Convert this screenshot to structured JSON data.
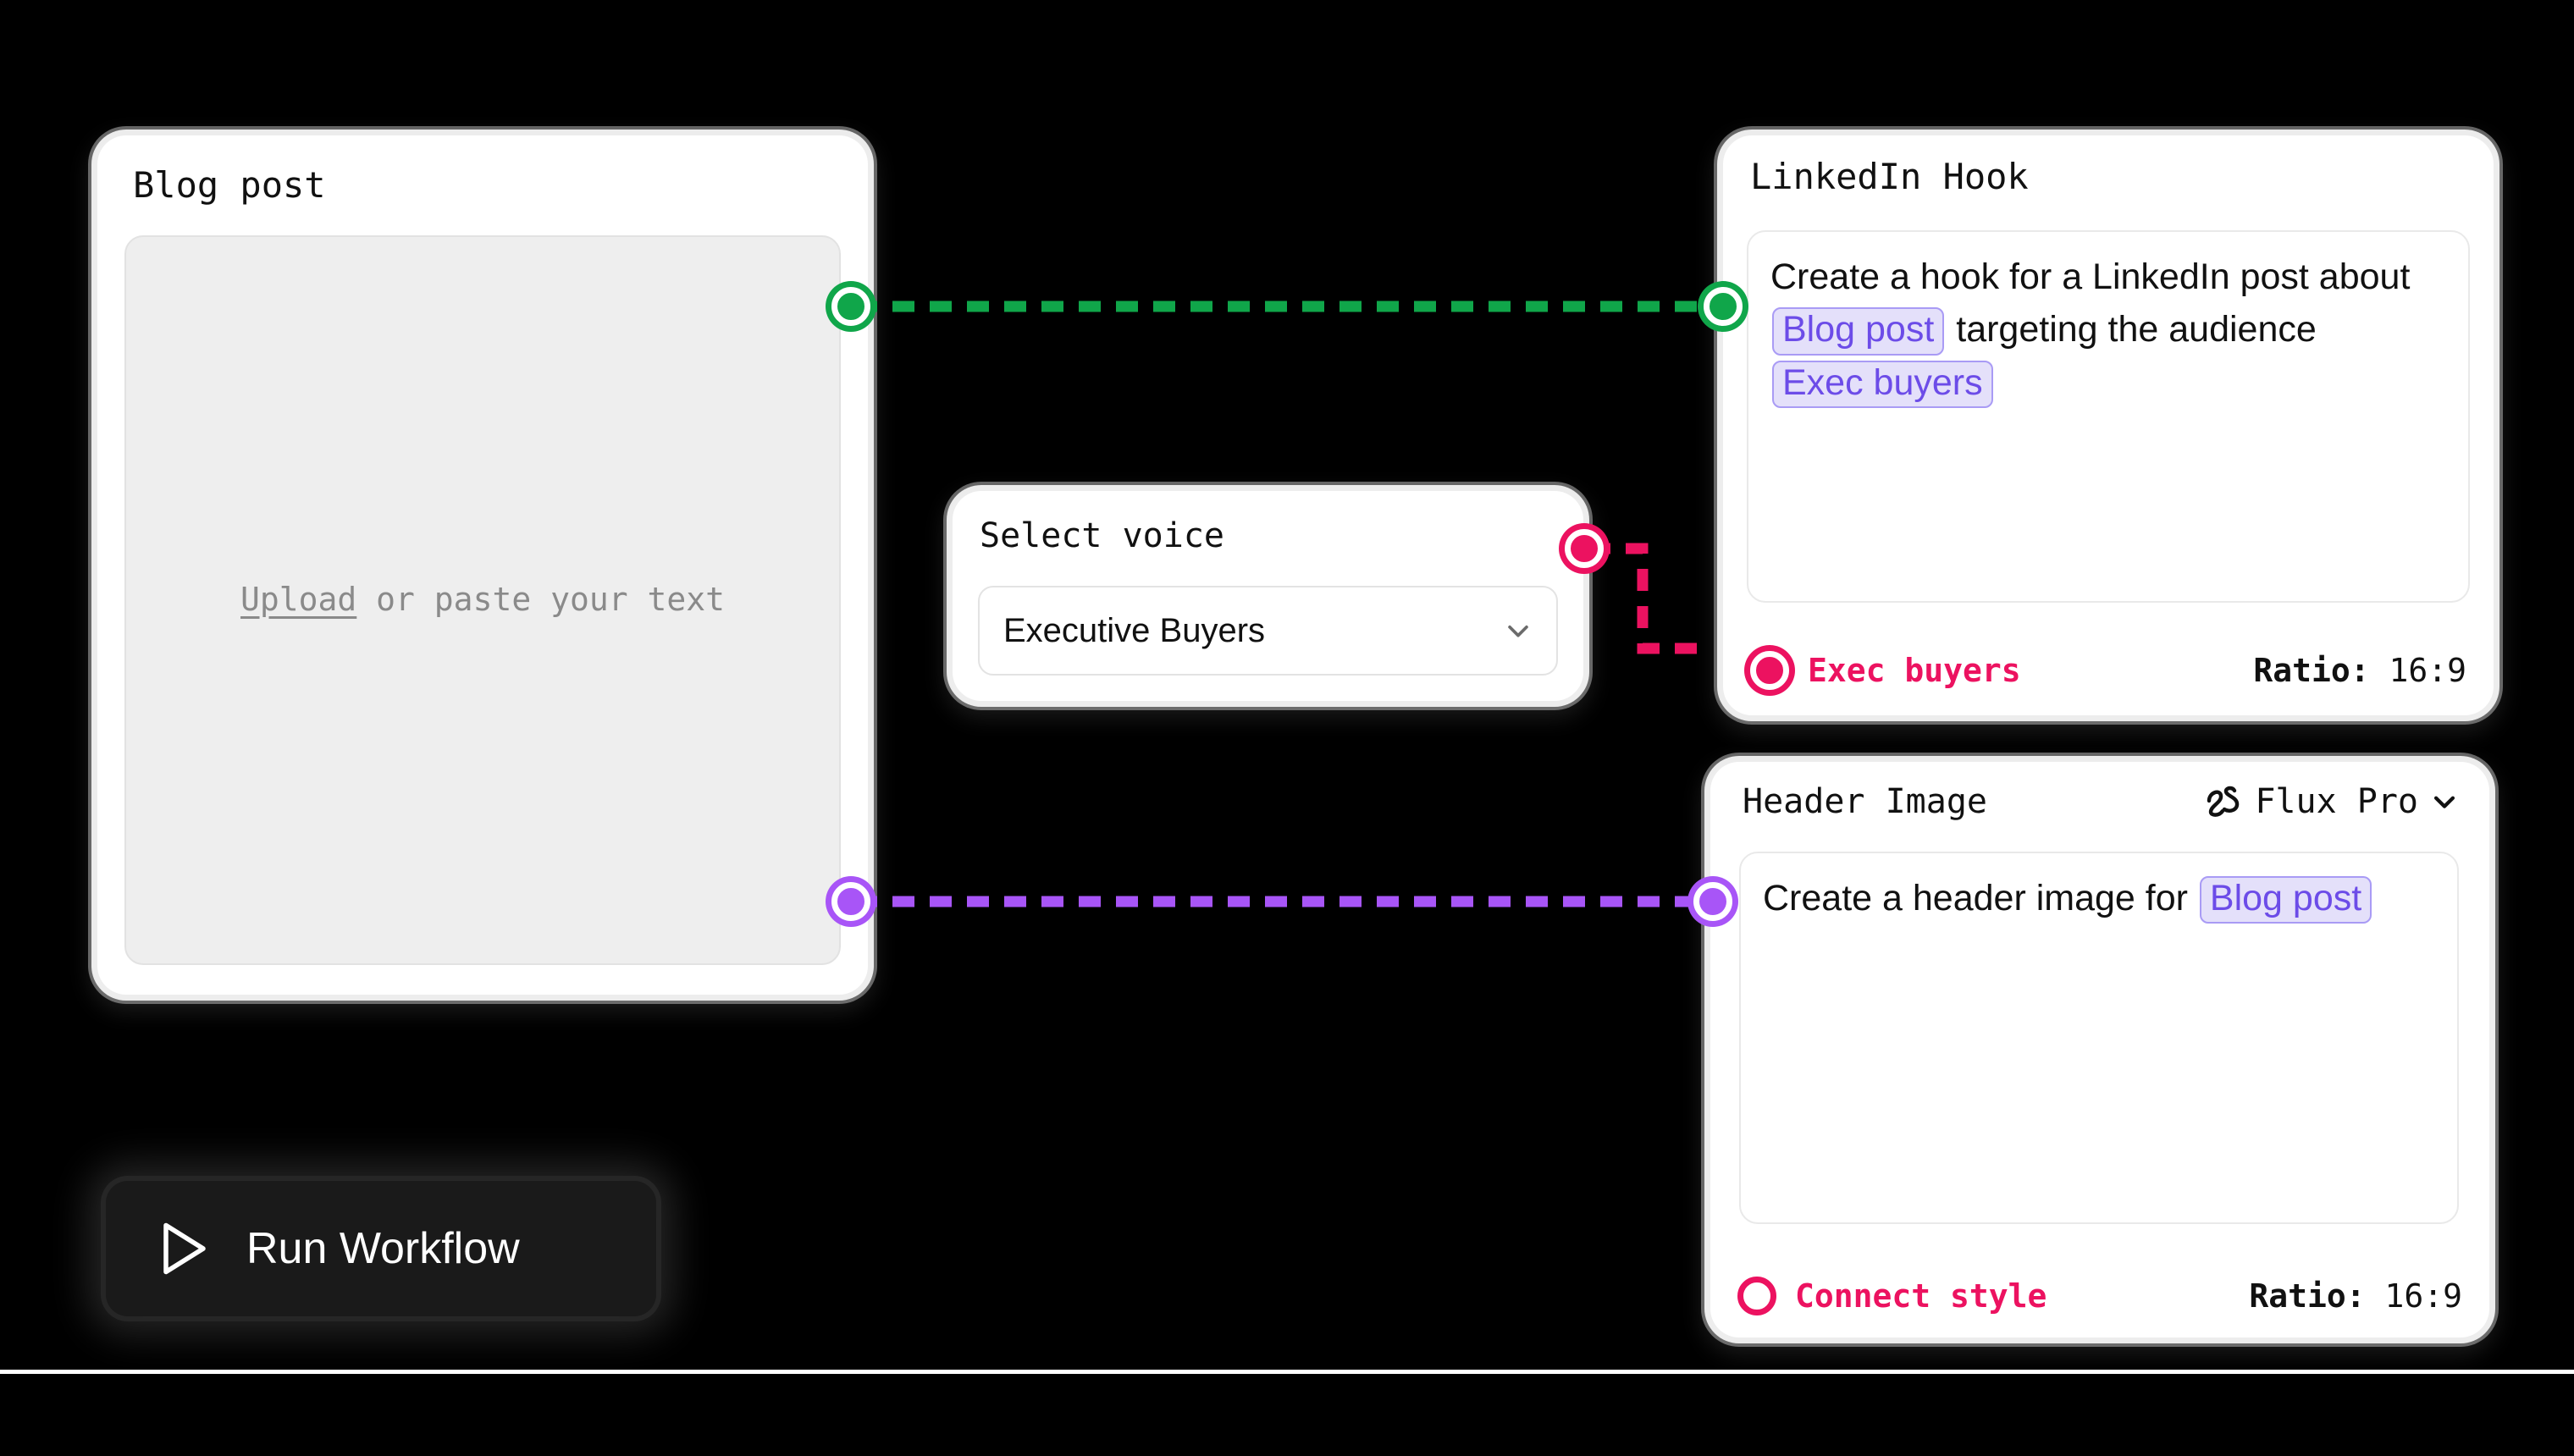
{
  "theme": {
    "background": "#000000",
    "card_bg": "#ffffff",
    "green_port": "#10a64a",
    "purple_port": "#a855f7",
    "pink_port": "#ec1260",
    "chip_text": "#6c4ce8",
    "chip_bg": "#e4e0fa",
    "run_button_bg": "#1a1a1a"
  },
  "blog_card": {
    "title": "Blog post",
    "dropzone_link": "Upload",
    "dropzone_rest": " or paste your text",
    "output_port_top": "blog-output-text",
    "output_port_bottom": "blog-output-image"
  },
  "voice_card": {
    "title": "Select voice",
    "selected_option": "Executive Buyers",
    "chevron_icon": "chevron-down-icon",
    "output_port": "voice-output"
  },
  "hook_card": {
    "title": "LinkedIn Hook",
    "prompt_parts": {
      "part1": "Create a hook for a LinkedIn post about ",
      "chip1": "Blog post",
      "part2": " targeting the audience ",
      "chip2": "Exec buyers"
    },
    "footer_port_label": "Exec buyers",
    "ratio_label": "Ratio:",
    "ratio_value": "16:9"
  },
  "image_card": {
    "title": "Header Image",
    "model_icon": "flux-squiggle-icon",
    "model_name": "Flux Pro",
    "model_chevron": "chevron-down-icon",
    "prompt_parts": {
      "part1": "Create a header image for ",
      "chip1": "Blog post"
    },
    "footer_port_label": "Connect style",
    "ratio_label": "Ratio:",
    "ratio_value": "16:9"
  },
  "run_button": {
    "label": "Run Workflow",
    "icon": "play-icon"
  },
  "connections": [
    {
      "name": "blog-to-hook",
      "color": "#10a64a",
      "style": "dashed"
    },
    {
      "name": "blog-to-image",
      "color": "#a855f7",
      "style": "dashed"
    },
    {
      "name": "voice-to-hook",
      "color": "#ec1260",
      "style": "dashed-elbow"
    }
  ]
}
